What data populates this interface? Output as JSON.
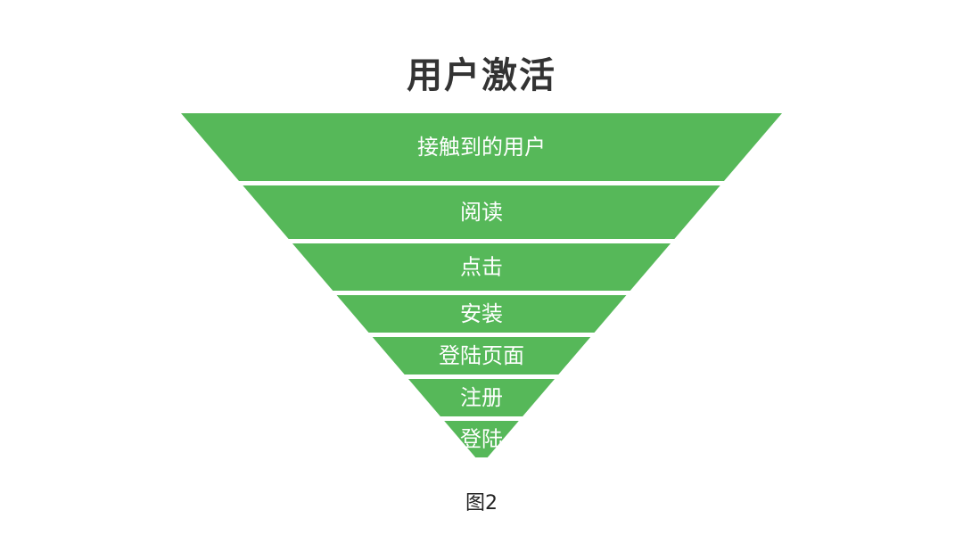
{
  "title": "用户激活",
  "caption": "图2",
  "colors": {
    "segment_fill": "#56b859",
    "label_text": "#ffffff",
    "title_text": "#333333"
  },
  "funnel": {
    "stages": [
      {
        "label": "接触到的用户"
      },
      {
        "label": "阅读"
      },
      {
        "label": "点击"
      },
      {
        "label": "安装"
      },
      {
        "label": "登陆页面"
      },
      {
        "label": "注册"
      },
      {
        "label": "登陆"
      }
    ]
  }
}
